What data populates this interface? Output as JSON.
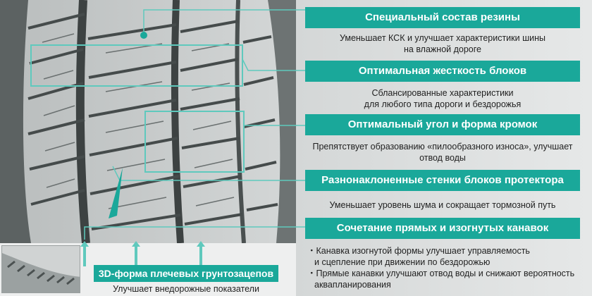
{
  "features": [
    {
      "title": "Специальный состав резины",
      "description_lines": [
        "Уменьшает КСК и улучшает характеристики шины",
        "на влажной дороге"
      ]
    },
    {
      "title": "Оптимальная жесткость блоков",
      "description_lines": [
        "Сбланcированные характеристики",
        "для любого типа дороги и бездорожья"
      ]
    },
    {
      "title": "Оптимальный угол и форма кромок",
      "description_lines": [
        "Препятствует образованию «пилообразного износа», улучшает",
        "отвод воды"
      ]
    },
    {
      "title": "Разнонаклоненные стенки блоков протектора",
      "description_lines": [
        "Уменьшает уровень шума и сокращает тормозной путь"
      ]
    },
    {
      "title": "Сочетание прямых и изогнутых канавок",
      "bullets": [
        "・Канавка изогнутой формы улучшает управляемость",
        "  и сцепление при движении по бездорожью",
        "・Прямые канавки улучшают отвод воды и снижают вероятность",
        "  аквапланирования"
      ]
    }
  ],
  "shoulder": {
    "title": "3D-форма плечевых грунтозацепов",
    "description": "Улучшает внедорожные показатели"
  },
  "colors": {
    "accent": "#1aa89a",
    "callout_line": "#5fc9bd",
    "tread_dark": "#3d4242",
    "tread_light": "#c9cccc"
  }
}
